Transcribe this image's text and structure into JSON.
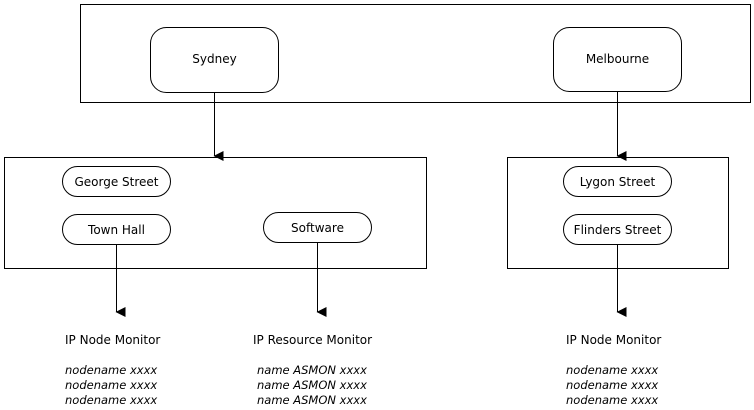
{
  "regions": {
    "sydney": "Sydney",
    "melbourne": "Melbourne"
  },
  "sydney_group": {
    "george_street": "George Street",
    "town_hall": "Town Hall",
    "software": "Software"
  },
  "melbourne_group": {
    "lygon_street": "Lygon Street",
    "flinders_street": "Flinders Street"
  },
  "monitors": {
    "sydney_node": {
      "title": "IP Node Monitor",
      "lines": [
        "nodename xxxx",
        "nodename xxxx",
        "nodename xxxx"
      ]
    },
    "sydney_resource": {
      "title": "IP Resource Monitor",
      "lines": [
        "name ASMON xxxx",
        "name ASMON xxxx",
        "name ASMON xxxx"
      ]
    },
    "melbourne_node": {
      "title": "IP Node Monitor",
      "lines": [
        "nodename xxxx",
        "nodename xxxx",
        "nodename xxxx"
      ]
    }
  }
}
